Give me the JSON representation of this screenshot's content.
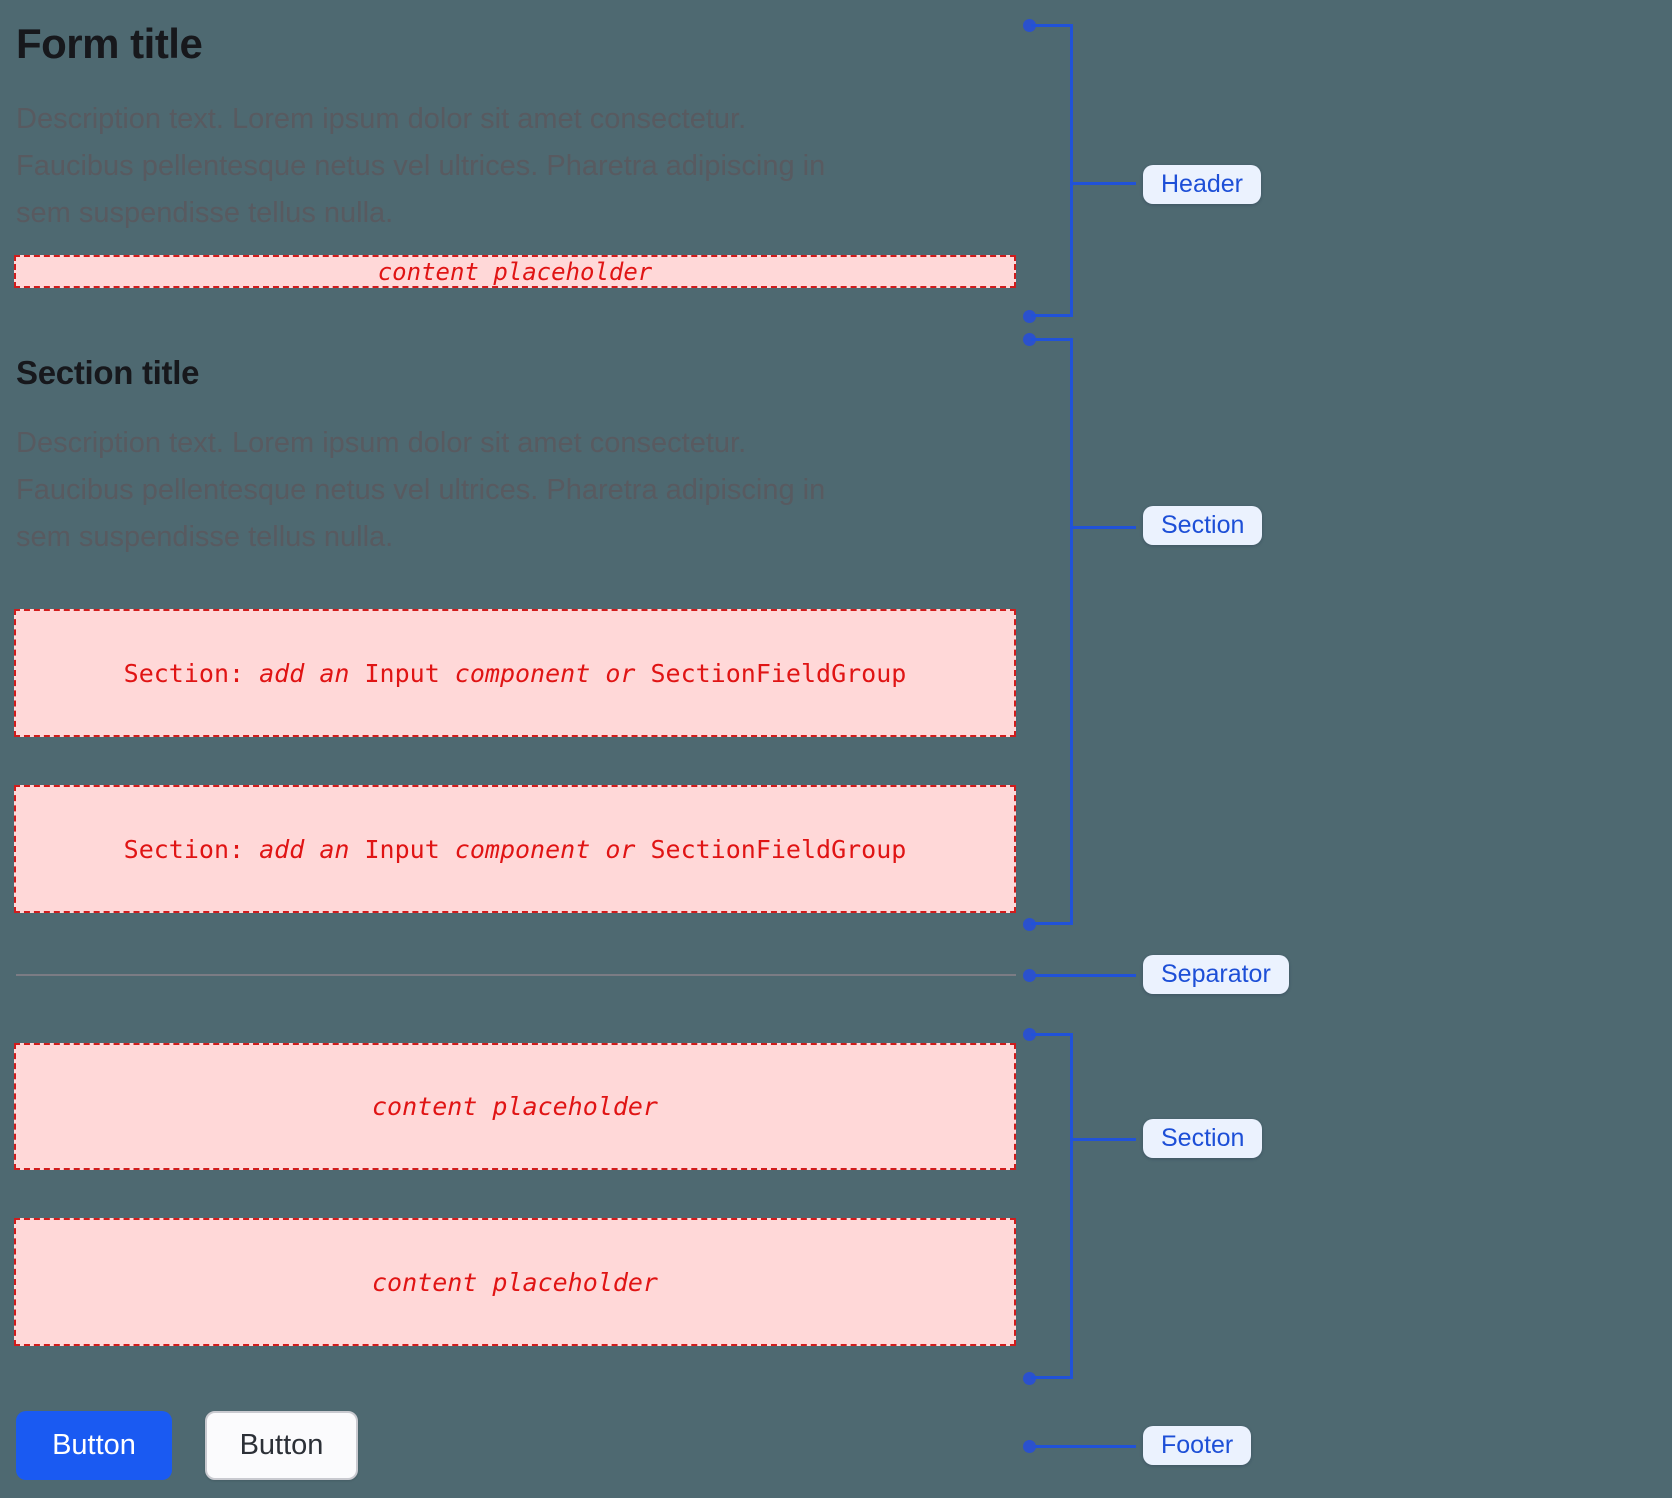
{
  "form": {
    "header": {
      "title": "Form title",
      "description": "Description text. Lorem ipsum dolor sit amet consectetur.\nFaucibus pellentesque netus vel ultrices. Pharetra adipiscing in\nsem suspendisse tellus nulla.",
      "placeholder": "content placeholder"
    },
    "section": {
      "title": "Section title",
      "description": "Description text. Lorem ipsum dolor sit amet consectetur.\nFaucibus pellentesque netus vel ultrices. Pharetra adipiscing in\nsem suspendisse tellus nulla.",
      "field_group_1": {
        "segments": [
          {
            "text": "Section: ",
            "italic": false
          },
          {
            "text": "add an ",
            "italic": true
          },
          {
            "text": "Input",
            "italic": false
          },
          {
            "text": " component or ",
            "italic": true
          },
          {
            "text": "SectionFieldGroup",
            "italic": false
          }
        ]
      },
      "field_group_2": {
        "segments": [
          {
            "text": "Section: ",
            "italic": false
          },
          {
            "text": "add an ",
            "italic": true
          },
          {
            "text": "Input",
            "italic": false
          },
          {
            "text": " component or ",
            "italic": true
          },
          {
            "text": "SectionFieldGroup",
            "italic": false
          }
        ]
      }
    },
    "section_2": {
      "placeholder_1": "content placeholder",
      "placeholder_2": "content placeholder"
    },
    "footer": {
      "primary_button_label": "Button",
      "secondary_button_label": "Button"
    }
  },
  "annotations": {
    "header_label": "Header",
    "section_1_label": "Section",
    "separator_label": "Separator",
    "section_2_label": "Section",
    "footer_label": "Footer"
  },
  "colors": {
    "background": "#4e6971",
    "annotation_blue": "#2152d8",
    "label_pill_background": "#ebf2fe",
    "label_pill_text": "#1d4fd7",
    "placeholder_fill": "#ffd8d8",
    "placeholder_border": "#d11c1c",
    "placeholder_text": "#e01414",
    "primary_button_blue": "#1a5af2",
    "title_text": "#17181c",
    "description_text": "#585a60"
  }
}
